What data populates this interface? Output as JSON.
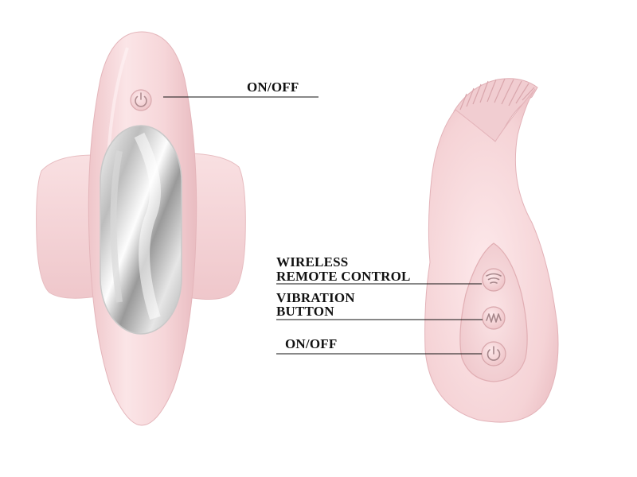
{
  "labels": {
    "front_power": "ON/OFF",
    "wireless_line1": "WIRELESS",
    "wireless_line2": "REMOTE CONTROL",
    "vibration_line1": "VIBRATION",
    "vibration_line2": "BUTTON",
    "side_power": "ON/OFF"
  },
  "icons": {
    "front_power": "power-icon",
    "wireless": "wireless-signal-icon",
    "vibration": "vibration-wave-icon",
    "side_power": "power-icon"
  },
  "colors": {
    "product_pink": "#f6d9db",
    "product_shadow": "#ecc2c6",
    "button_face": "#f3cdd1",
    "icon_stroke": "#a6868a",
    "metal_light": "#f4f4f4",
    "metal_dark": "#8e8e8e",
    "leader_line": "#111111"
  }
}
